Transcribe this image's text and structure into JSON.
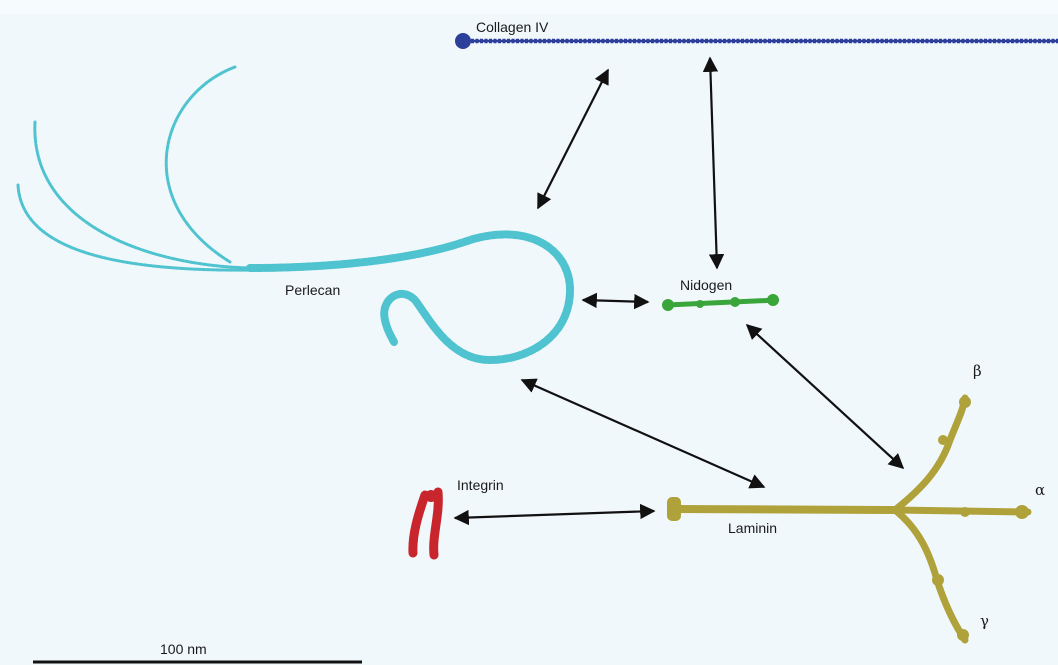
{
  "labels": {
    "collagen": "Collagen IV",
    "perlecan": "Perlecan",
    "nidogen": "Nidogen",
    "integrin": "Integrin",
    "laminin": "Laminin",
    "beta": "β",
    "alpha": "α",
    "gamma": "γ"
  },
  "scale_bar": {
    "label": "100 nm"
  },
  "colors": {
    "background": "#f1f8fc",
    "collagen": "#2c3f9b",
    "perlecan": "#4fc3cf",
    "nidogen": "#3aa53a",
    "integrin": "#c8262c",
    "laminin": "#b0a23a",
    "arrow": "#111111"
  },
  "interactions": [
    {
      "from": "Collagen IV",
      "to": "Perlecan"
    },
    {
      "from": "Collagen IV",
      "to": "Nidogen"
    },
    {
      "from": "Perlecan",
      "to": "Nidogen"
    },
    {
      "from": "Perlecan",
      "to": "Laminin"
    },
    {
      "from": "Nidogen",
      "to": "Laminin"
    },
    {
      "from": "Integrin",
      "to": "Laminin"
    }
  ]
}
